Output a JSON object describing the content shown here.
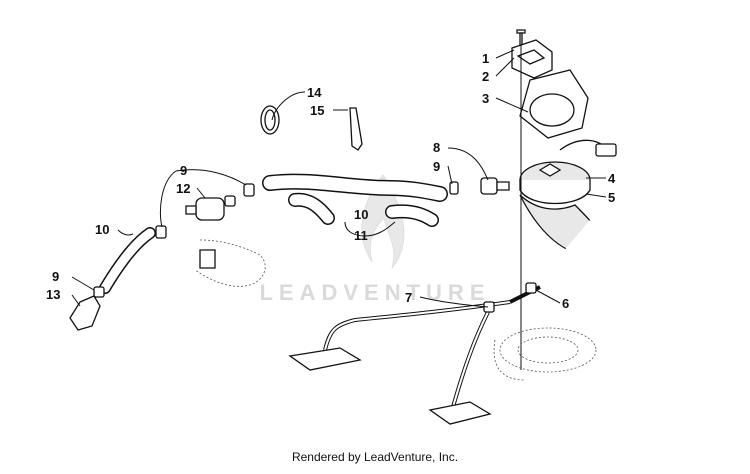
{
  "callouts": [
    {
      "label": "1"
    },
    {
      "label": "2"
    },
    {
      "label": "3"
    },
    {
      "label": "14"
    },
    {
      "label": "15"
    },
    {
      "label": "8"
    },
    {
      "label": "9"
    },
    {
      "label": "9"
    },
    {
      "label": "12"
    },
    {
      "label": "4"
    },
    {
      "label": "5"
    },
    {
      "label": "10"
    },
    {
      "label": "10"
    },
    {
      "label": "11"
    },
    {
      "label": "9"
    },
    {
      "label": "13"
    },
    {
      "label": "7"
    },
    {
      "label": "6"
    }
  ],
  "watermark": {
    "text": "LEADVENTURE"
  },
  "footer": {
    "text": "Rendered by LeadVenture, Inc."
  }
}
